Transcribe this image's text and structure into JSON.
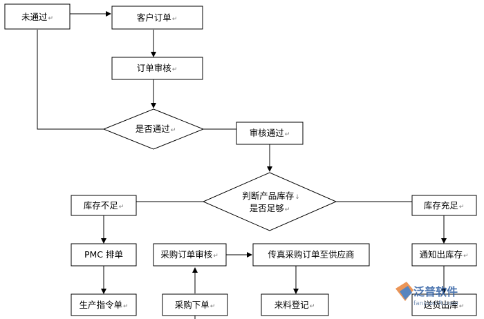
{
  "nodes": {
    "not_passed": "未通过",
    "customer_order": "客户订单",
    "order_review": "订单审核",
    "passed_question": "是否通过",
    "review_passed": "审核通过",
    "judge_inventory_line1": "判断产品库存",
    "judge_inventory_line2": "是否足够",
    "stock_insufficient": "库存不足",
    "stock_sufficient": "库存充足",
    "pmc_schedule": "PMC 排单",
    "purchase_order_review": "采购订单审核",
    "fax_purchase_order": "传真采购订单至供应商",
    "notify_outbound": "通知出库存",
    "production_order": "生产指令单",
    "purchase_place_order": "采购下单",
    "material_receipt": "来料登记",
    "deliver_outbound": "送货出库"
  },
  "paragraph_mark": "↵",
  "line_break_mark": "↓",
  "watermark": {
    "brand": "泛普软件",
    "url": "fanpusoft.com",
    "brand_color": "#2f5fa3"
  }
}
